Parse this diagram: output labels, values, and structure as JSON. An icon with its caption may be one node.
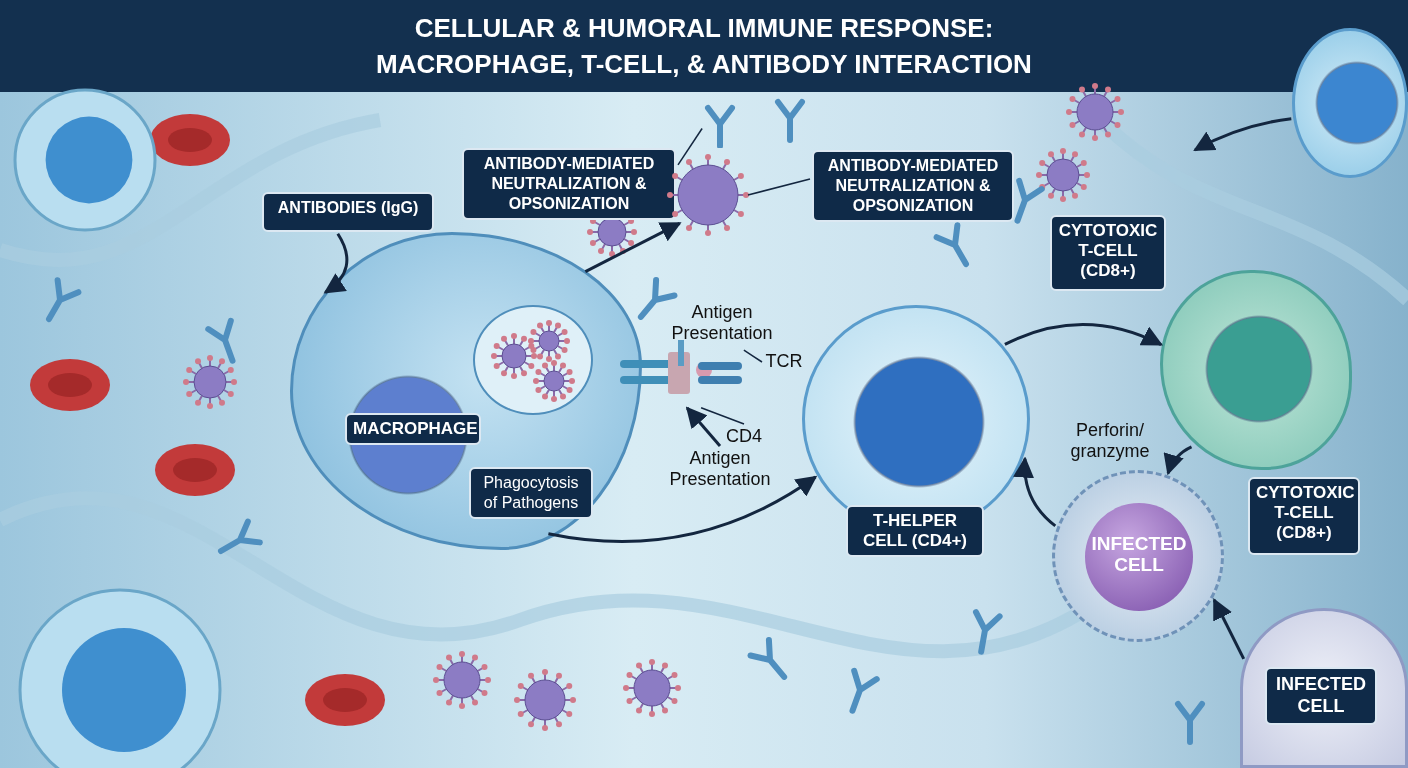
{
  "diagram": {
    "title": "CELLULAR & HUMORAL IMMUNE RESPONSE: MACROPHAGE, T-CELL, & ANTIBODY INTERACTION",
    "nodes": [
      {
        "text": [
          "ANTIBODIES (IgG)"
        ]
      },
      {
        "text": [
          "ANTIBODY-MEDIATED NEUTRALIZATION & OPSONIZATION"
        ]
      },
      {
        "text": [
          "ANTIBODY-MEDIATED NEUTRALIZATION & OPSONIZATION"
        ]
      },
      {
        "text": [],
        "shape": "picture"
      },
      {
        "text": [],
        "shape": "picture"
      },
      {
        "text": [
          "MACROPHAGE",
          "Phagocytosis of Pathogens"
        ]
      },
      {
        "text": [],
        "shape": "picture"
      },
      {
        "text": [
          "TCR"
        ]
      },
      {
        "text": [
          "CD4"
        ]
      },
      {
        "text": [
          "Antigen Presentation"
        ]
      },
      {
        "text": [
          "T-HELPER CELL (CD4+)"
        ]
      },
      {
        "text": [],
        "shape": "circle"
      },
      {
        "text": [
          "CYTOTOXIC T-CELL (CD8+)",
          "CYTOTOXIC T-CELL (CD8+)"
        ]
      },
      {
        "text": [
          "INFECTED CELL"
        ]
      },
      {
        "text": [
          "INFECTED CELL"
        ]
      }
    ],
    "edges": [
      {
        "from": 0,
        "to": 5,
        "arrow": "to"
      },
      {
        "from": 1,
        "to": 3,
        "arrow": "none"
      },
      {
        "from": 2,
        "to": 4,
        "arrow": "none"
      },
      {
        "from": 5,
        "to": 4,
        "arrow": "to"
      },
      {
        "from": 7,
        "to": 6,
        "arrow": "none"
      },
      {
        "from": 8,
        "to": 6,
        "arrow": "none"
      },
      {
        "from": 9,
        "to": 6,
        "arrow": "to"
      },
      {
        "from": 5,
        "to": 10,
        "arrow": "to"
      },
      {
        "from": 10,
        "to": 12,
        "arrow": "to"
      },
      {
        "from": 13,
        "to": 10,
        "arrow": "to"
      },
      {
        "from": 11,
        "to": null,
        "arrow": "to"
      },
      {
        "from": 12,
        "to": 13,
        "arrow": "to"
      },
      {
        "from": 14,
        "to": 13,
        "arrow": "to"
      }
    ],
    "labels": [
      "Antigen Presentation",
      "Perforin/ granzyme"
    ]
  }
}
